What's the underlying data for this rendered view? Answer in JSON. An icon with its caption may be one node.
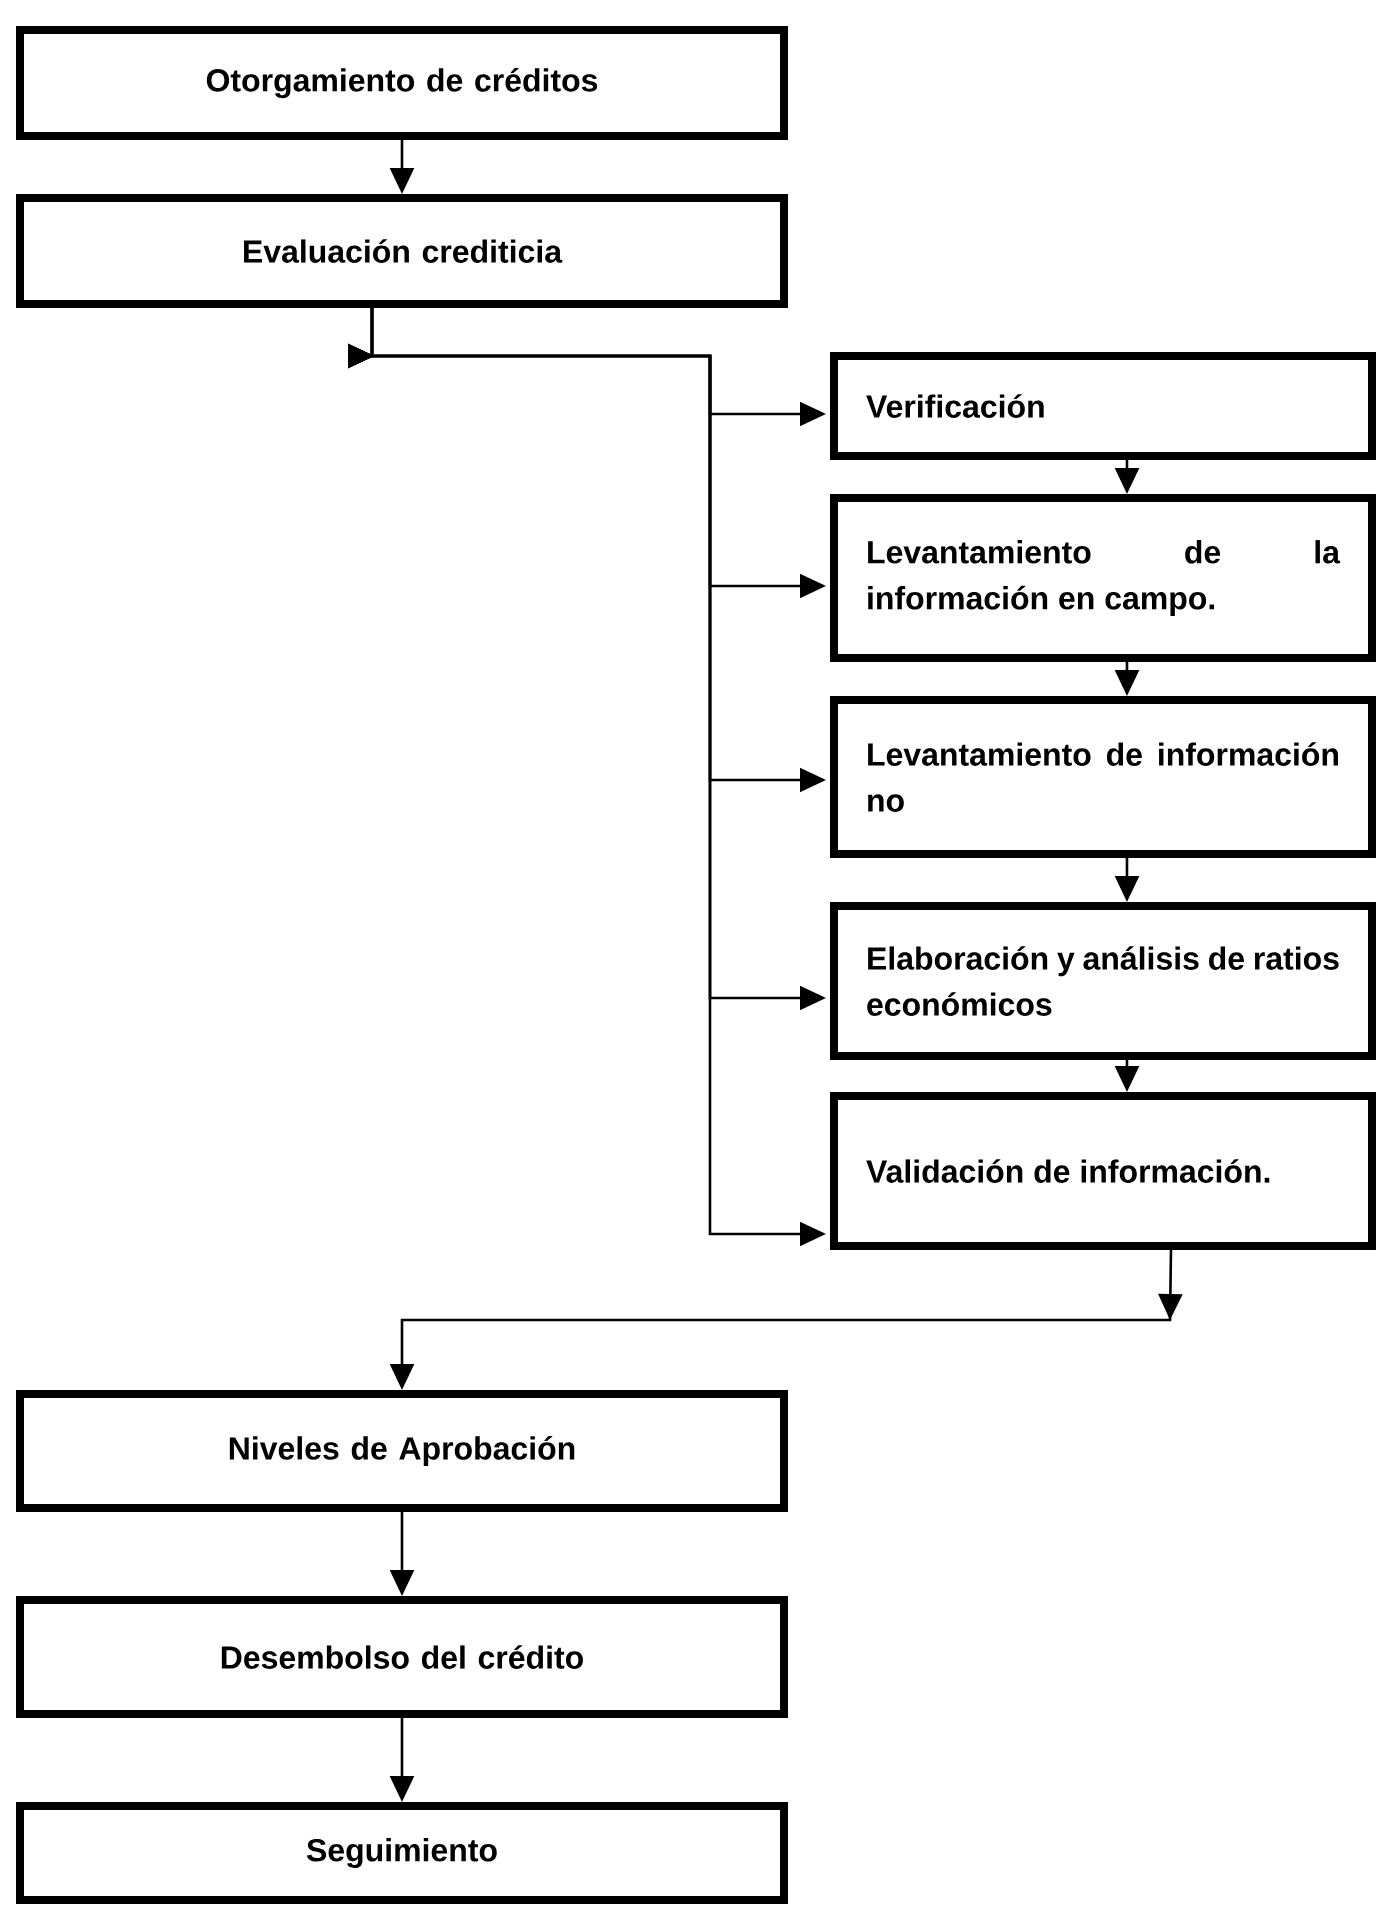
{
  "diagram": {
    "nodes": [
      {
        "text": [
          "Otorgamiento de créditos"
        ]
      },
      {
        "text": [
          "Evaluación crediticia"
        ]
      },
      {
        "text": [
          "Verificación"
        ]
      },
      {
        "text": [
          "Levantamiento de la información en campo."
        ]
      },
      {
        "text": [
          "Levantamiento de información no"
        ]
      },
      {
        "text": [
          "Elaboración y análisis de ratios económicos"
        ]
      },
      {
        "text": [
          "Validación de información."
        ]
      },
      {
        "text": [
          "Niveles de Aprobación"
        ]
      },
      {
        "text": [
          "Desembolso del crédito"
        ]
      },
      {
        "text": [
          "Seguimiento"
        ]
      }
    ],
    "edges": [
      {
        "from": 0,
        "to": 1,
        "arrow": "to"
      },
      {
        "from": 1,
        "to": 2,
        "arrow": "to"
      },
      {
        "from": 1,
        "to": 3,
        "arrow": "to"
      },
      {
        "from": 1,
        "to": 4,
        "arrow": "to"
      },
      {
        "from": 1,
        "to": 5,
        "arrow": "to"
      },
      {
        "from": 1,
        "to": 6,
        "arrow": "to"
      },
      {
        "from": 2,
        "to": 3,
        "arrow": "to"
      },
      {
        "from": 3,
        "to": 4,
        "arrow": "to"
      },
      {
        "from": 4,
        "to": 5,
        "arrow": "to"
      },
      {
        "from": 5,
        "to": 6,
        "arrow": "to"
      },
      {
        "from": 6,
        "to": 7,
        "arrow": "to"
      },
      {
        "from": 7,
        "to": 8,
        "arrow": "to"
      },
      {
        "from": 8,
        "to": 9,
        "arrow": "to"
      }
    ]
  }
}
